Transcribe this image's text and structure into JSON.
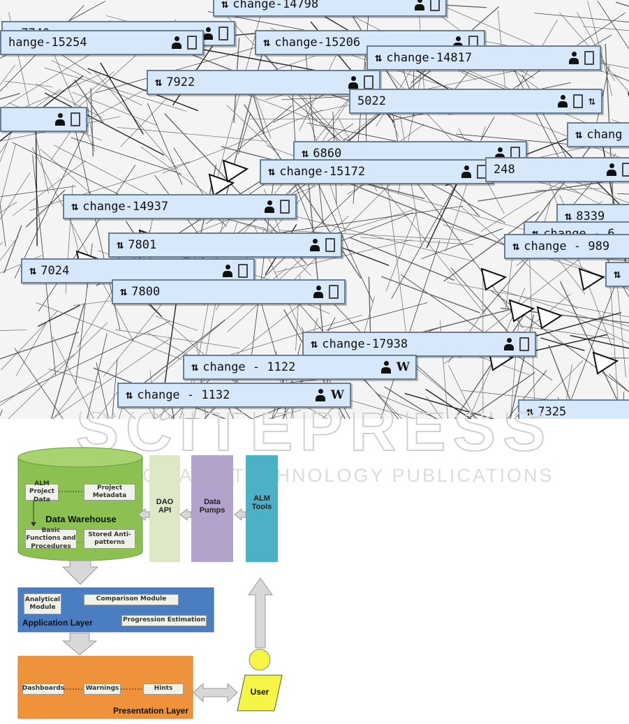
{
  "graph_nodes": [
    {
      "label": "change-14798",
      "arrow": "⇅",
      "icons": [
        "person",
        "ticket"
      ]
    },
    {
      "label": "7740",
      "arrow": "⇅",
      "icons": [
        "person",
        "ticket"
      ]
    },
    {
      "label": "hange-15254",
      "arrow": "",
      "icons": [
        "person",
        "ticket"
      ]
    },
    {
      "label": "change-15206",
      "arrow": "⇅",
      "icons": [
        "person",
        "ticket"
      ]
    },
    {
      "label": "change-14817",
      "arrow": "⇅",
      "icons": [
        "person",
        "ticket"
      ]
    },
    {
      "label": "7922",
      "arrow": "⇅",
      "icons": [
        "person",
        "ticket"
      ]
    },
    {
      "label": "5022",
      "arrow": "",
      "icons": [
        "person",
        "ticket",
        "arrows"
      ]
    },
    {
      "label": "",
      "arrow": "",
      "icons": [
        "person",
        "ticket"
      ]
    },
    {
      "label": "chang",
      "arrow": "⇅",
      "icons": []
    },
    {
      "label": "6860",
      "arrow": "⇅",
      "icons": [
        "person",
        "ticket"
      ]
    },
    {
      "label": "change-15172",
      "arrow": "⇅",
      "icons": [
        "person",
        "ticket"
      ]
    },
    {
      "label": "248",
      "arrow": "",
      "icons": [
        "person",
        "ticket"
      ]
    },
    {
      "label": "change-14937",
      "arrow": "⇅",
      "icons": [
        "person",
        "ticket"
      ]
    },
    {
      "label": "8339",
      "arrow": "⇅",
      "icons": []
    },
    {
      "label": "change - 6",
      "arrow": "⇅",
      "icons": []
    },
    {
      "label": "change - 989",
      "arrow": "⇅",
      "icons": []
    },
    {
      "label": "7801",
      "arrow": "⇅",
      "icons": [
        "person",
        "ticket"
      ]
    },
    {
      "label": "7024",
      "arrow": "⇅",
      "icons": [
        "person",
        "ticket"
      ]
    },
    {
      "label": "7800",
      "arrow": "⇅",
      "icons": [
        "person",
        "ticket"
      ]
    },
    {
      "label": "",
      "arrow": "⇅",
      "icons": []
    },
    {
      "label": "change-17938",
      "arrow": "⇅",
      "icons": [
        "person",
        "ticket"
      ]
    },
    {
      "label": "change - 1122",
      "arrow": "⇅",
      "icons": [
        "person",
        "W"
      ]
    },
    {
      "label": "change - 1132",
      "arrow": "⇅",
      "icons": [
        "person",
        "W"
      ]
    },
    {
      "label": "7325",
      "arrow": "⇅",
      "icons": []
    }
  ],
  "watermark": {
    "line1": "SCITEPRESS",
    "line2": "SCIENCE AND TECHNOLOGY PUBLICATIONS"
  },
  "diagram": {
    "data_warehouse": {
      "title": "Data Warehouse",
      "alm_project_data": "ALM Project Data",
      "project_metadata": "Project Metadata",
      "basic_functions": "Basic Functions and Procedures",
      "stored_antipatterns": "Stored Anti-patterns"
    },
    "dao_api": "DAO API",
    "data_pumps": "Data Pumps",
    "alm_tools": "ALM Tools",
    "application_layer": {
      "title": "Application Layer",
      "analytical_module": "Analytical Module",
      "comparison_module": "Comparison Module",
      "progression_estimation": "Progression Estimation"
    },
    "presentation_layer": {
      "title": "Presentation Layer",
      "dashboards": "Dashboards",
      "warnings": "Warnings",
      "hints": "Hints"
    },
    "user": "User"
  },
  "colors": {
    "node_fill": "#d7e8fb",
    "node_border": "#6a7e93",
    "warehouse": "#8cc152",
    "application": "#4a7dc2",
    "presentation": "#f0923a",
    "dao": "#dde8c6",
    "pumps": "#b3a2cc",
    "alm": "#4cb0c6",
    "user": "#f5f545"
  }
}
